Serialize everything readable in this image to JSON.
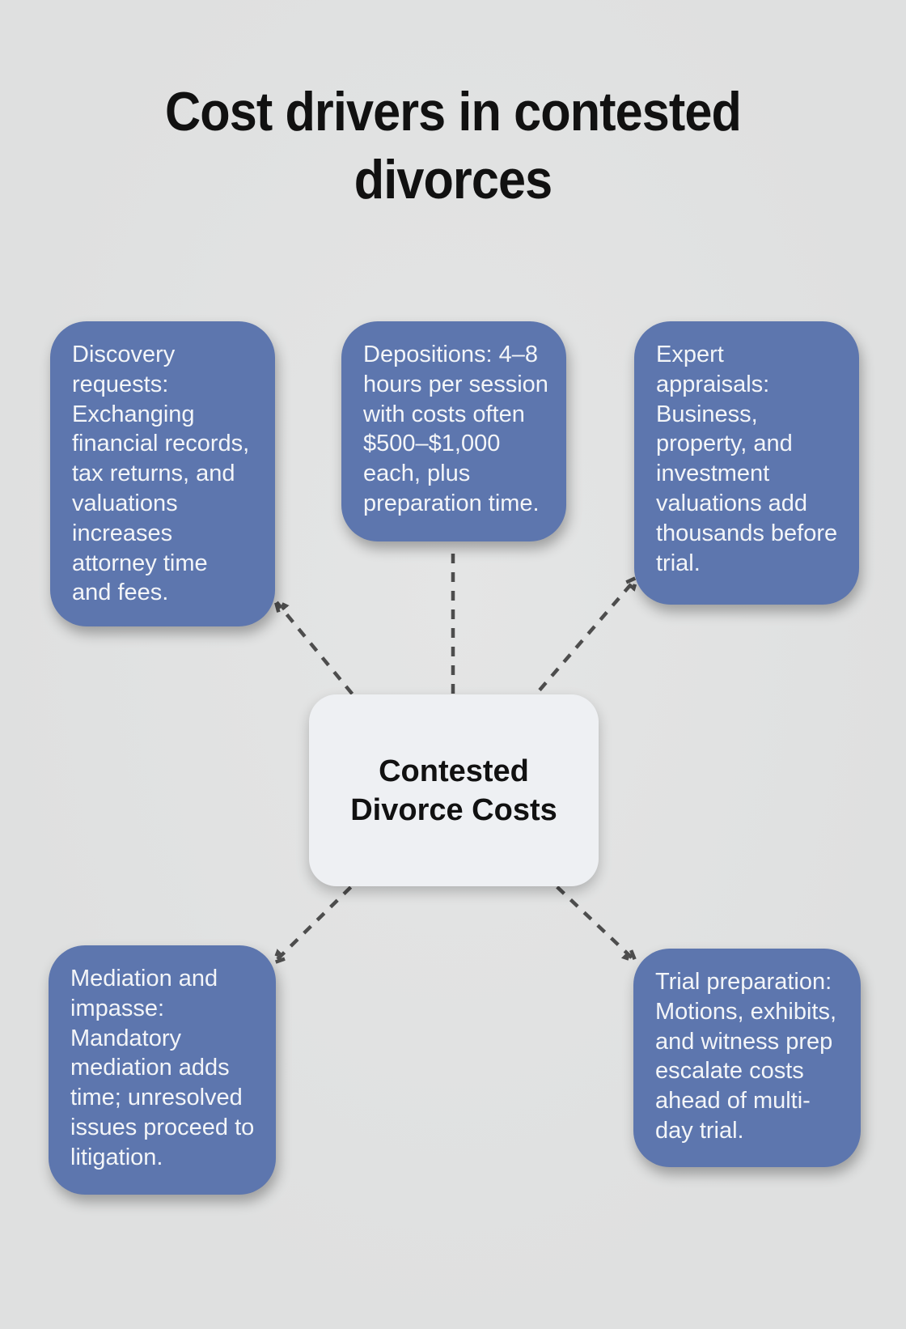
{
  "title": "Cost drivers in contested\ndivorces",
  "center_node": {
    "label": "Contested\nDivorce Costs"
  },
  "nodes": {
    "discovery": {
      "text": "Discovery\nrequests:\nExchanging\nfinancial records,\ntax returns, and\nvaluations\nincreases\nattorney time\nand fees."
    },
    "depositions": {
      "text": "Depositions: 4–8\nhours per session\nwith costs often\n$500–$1,000\neach, plus\npreparation time."
    },
    "expert_appraisals": {
      "text": "Expert\nappraisals:\nBusiness,\nproperty, and\ninvestment\nvaluations add\nthousands before\ntrial."
    },
    "mediation": {
      "text": "Mediation and\nimpasse:\nMandatory\nmediation adds\ntime; unresolved\nissues proceed to\nlitigation."
    },
    "trial_preparation": {
      "text": "Trial preparation:\nMotions, exhibits,\nand witness prep\nescalate costs\nahead of multi-\nday trial."
    }
  },
  "colors": {
    "background": "#dfe0e0",
    "node_fill": "#5d76ae",
    "node_text": "#f3f5f8",
    "center_fill": "#eef0f3",
    "center_text": "#111111",
    "connector": "#4d4d4d",
    "title_text": "#111111"
  }
}
